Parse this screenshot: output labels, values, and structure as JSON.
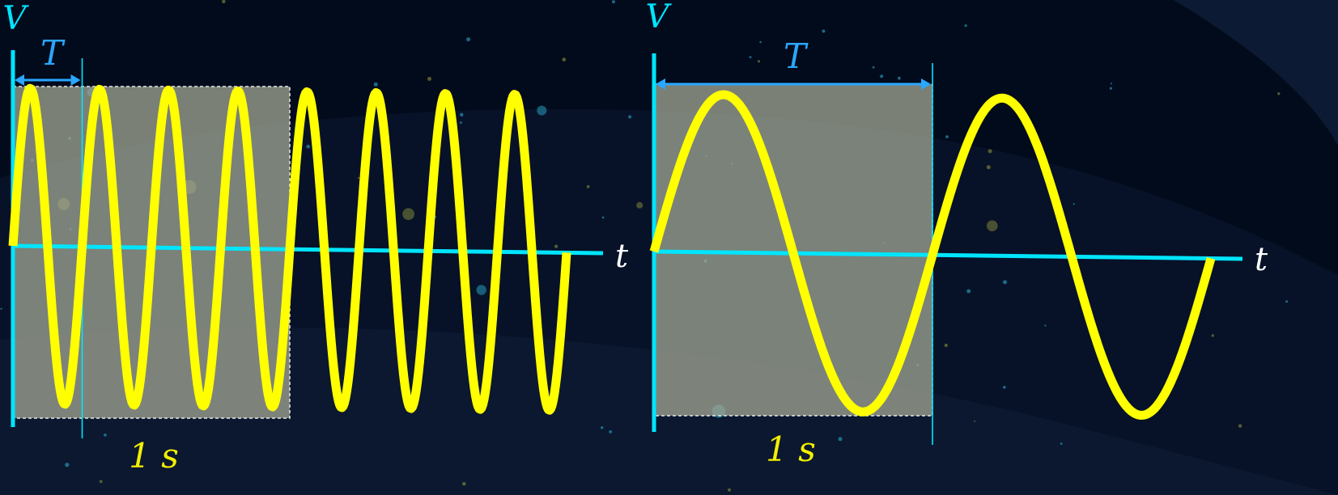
{
  "colors": {
    "background": "#020b1c",
    "axis": "#00e5ff",
    "wave": "#ffff00",
    "period_label": "#2aa7ff",
    "time_label": "#ffffff",
    "one_second_label": "#f4f000",
    "window_fill": "#a9ad98"
  },
  "panels": [
    {
      "y_label": "V",
      "x_label": "t",
      "period_label": "T",
      "window_label": "1 s",
      "cycles_per_second": 4,
      "cycles_shown": 8,
      "start_phase": "zero-rising"
    },
    {
      "y_label": "V",
      "x_label": "t",
      "period_label": "T",
      "window_label": "1 s",
      "cycles_per_second": 1,
      "cycles_shown": 2,
      "start_phase": "zero-rising"
    }
  ]
}
